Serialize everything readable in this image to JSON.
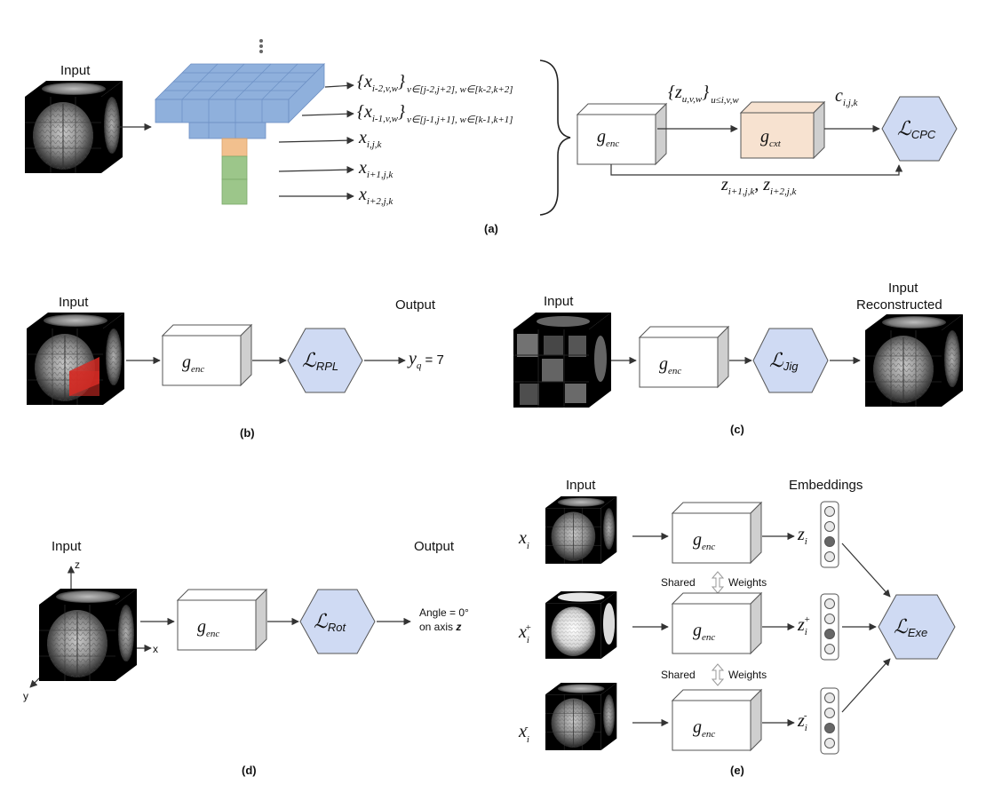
{
  "panel_a": {
    "input_label": "Input",
    "caption": "(a)",
    "outputs": [
      {
        "base": "{x",
        "sub": "i-2,v,w",
        "close": "}",
        "range": "v∈[j-2,j+2], w∈[k-2,k+2]"
      },
      {
        "base": "{x",
        "sub": "i-1,v,w",
        "close": "}",
        "range": "v∈[j-1,j+1], w∈[k-1,k+1]"
      },
      {
        "base": "x",
        "sub": "i,j,k"
      },
      {
        "base": "x",
        "sub": "i+1,j,k"
      },
      {
        "base": "x",
        "sub": "i+2,j,k"
      }
    ],
    "encoder": {
      "base": "g",
      "sub": "enc"
    },
    "context": {
      "base": "g",
      "sub": "cxt"
    },
    "z_set": {
      "base": "{z",
      "sub": "u,v,w",
      "close": "}",
      "range": "u≤i,v,w"
    },
    "c_label": {
      "base": "c",
      "sub": "i,j,k"
    },
    "loss": {
      "symbol": "ℒ",
      "sub": "CPC"
    },
    "future": {
      "a": "z",
      "a_sub": "i+1,j,k",
      "sep": ", ",
      "b": "z",
      "b_sub": "i+2,j,k"
    }
  },
  "panel_b": {
    "input_label": "Input",
    "output_label": "Output",
    "caption": "(b)",
    "encoder": {
      "base": "g",
      "sub": "enc"
    },
    "loss": {
      "symbol": "ℒ",
      "sub": "RPL"
    },
    "output": {
      "base": "y",
      "sub": "q",
      "rest": " = 7"
    }
  },
  "panel_c": {
    "input_label": "Input",
    "output_line1": "Input",
    "output_line2": "Reconstructed",
    "caption": "(c)",
    "encoder": {
      "base": "g",
      "sub": "enc"
    },
    "loss": {
      "symbol": "ℒ",
      "sub": "Jig"
    }
  },
  "panel_d": {
    "input_label": "Input",
    "output_label": "Output",
    "caption": "(d)",
    "axis_z": "z",
    "axis_x": "x",
    "axis_y": "y",
    "encoder": {
      "base": "g",
      "sub": "enc"
    },
    "loss": {
      "symbol": "ℒ",
      "sub": "Rot"
    },
    "output_line1": "Angle = 0°",
    "output_line2_prefix": "on axis ",
    "output_line2_axis": "z"
  },
  "panel_e": {
    "input_label": "Input",
    "embeddings_label": "Embeddings",
    "caption": "(e)",
    "rows": [
      {
        "x": "x",
        "x_sub": "i",
        "x_sup": "",
        "z": "z",
        "z_sub": "i",
        "z_sup": ""
      },
      {
        "x": "x",
        "x_sub": "i",
        "x_sup": "+",
        "z": "z",
        "z_sub": "i",
        "z_sup": "+"
      },
      {
        "x": "x",
        "x_sub": "i",
        "x_sup": "-",
        "z": "z",
        "z_sub": "i",
        "z_sup": "-"
      }
    ],
    "shared_left": "Shared",
    "shared_right": "Weights",
    "encoder": {
      "base": "g",
      "sub": "enc"
    },
    "loss": {
      "symbol": "ℒ",
      "sub": "Exe"
    }
  },
  "colors": {
    "grid_blue": "#8fb0dc",
    "grid_blue_dark": "#6c8fc4",
    "patch_orange": "#f2c08e",
    "patch_green": "#9cc68a",
    "context_fill": "#f7e2d0",
    "loss_fill": "#cfdaf3",
    "box_side": "#cfcfcf",
    "patch_red": "#d42b24"
  }
}
